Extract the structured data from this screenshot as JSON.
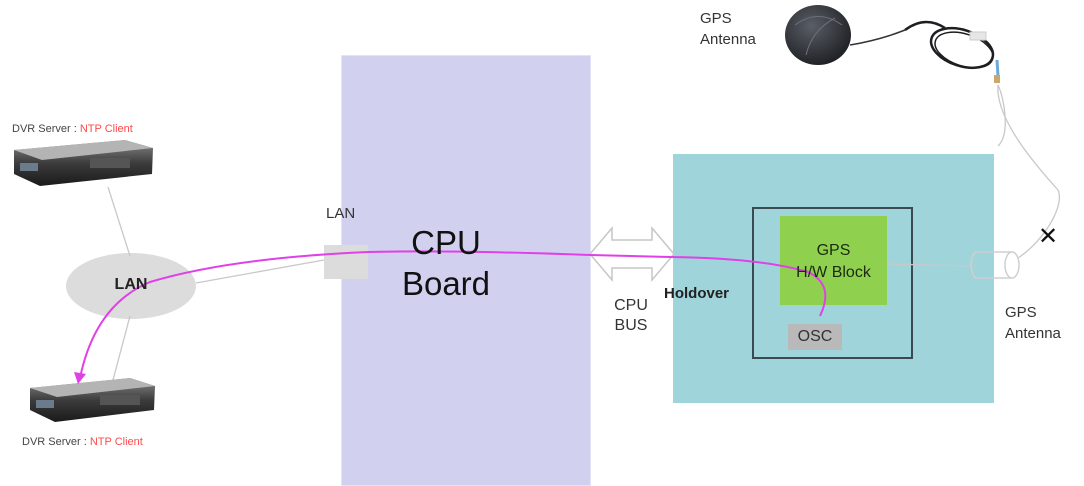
{
  "diagram": {
    "cpu_board": {
      "line1": "CPU",
      "line2": "Board"
    },
    "lan_port": {
      "label": "LAN"
    },
    "lan_network": {
      "label": "LAN"
    },
    "cpu_bus": {
      "line1": "CPU",
      "line2": "BUS"
    },
    "holdover": {
      "label": "Holdover"
    },
    "gps_hw_block": {
      "line1": "GPS",
      "line2": "H/W Block"
    },
    "osc": {
      "label": "OSC"
    },
    "servers": [
      {
        "prefix": "DVR Server : ",
        "role": "NTP Client"
      },
      {
        "prefix": "DVR Server : ",
        "role": "NTP Client"
      }
    ],
    "gps_antenna_top": {
      "line1": "GPS",
      "line2": "Antenna"
    },
    "gps_antenna_connector": {
      "line1": "GPS",
      "line2": "Antenna"
    },
    "disconnect_mark": "✕",
    "colors": {
      "cpu_board": "#d1d1ef",
      "holdover_panel": "#9fd5da",
      "gps_block": "#8fd14f",
      "osc": "#b9b9b9",
      "signal_path": "#e040e8",
      "highlight_text": "#ff4a4a"
    }
  }
}
